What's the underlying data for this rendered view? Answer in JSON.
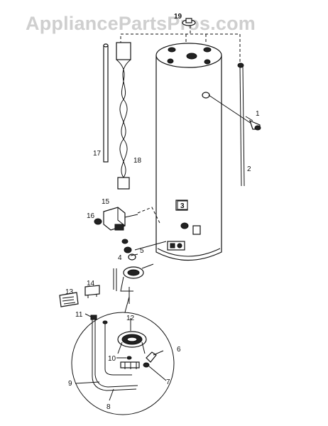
{
  "watermark": "AppliancePartsPros.com",
  "callouts": {
    "p1": "1",
    "p2": "2",
    "p3": "3",
    "p4": "4",
    "p5": "5",
    "p6": "6",
    "p7": "7",
    "p8": "8",
    "p9": "9",
    "p10": "10",
    "p11": "11",
    "p12": "12",
    "p13": "13",
    "p14": "14",
    "p15": "15",
    "p16": "16",
    "p17": "17",
    "p18": "18",
    "p19": "19"
  }
}
